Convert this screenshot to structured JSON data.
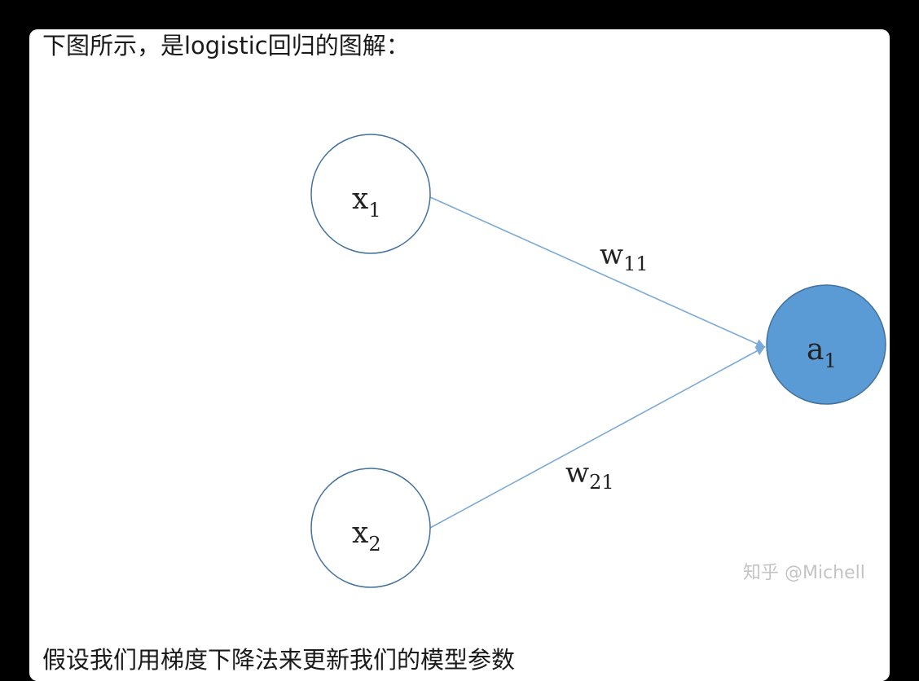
{
  "intro_text": "下图所示，是logistic回归的图解：",
  "diagram": {
    "nodes": [
      {
        "id": "x1",
        "base": "x",
        "sub": "1",
        "filled": false
      },
      {
        "id": "x2",
        "base": "x",
        "sub": "2",
        "filled": false
      },
      {
        "id": "a1",
        "base": "a",
        "sub": "1",
        "filled": true
      }
    ],
    "edges": [
      {
        "from": "x1",
        "to": "a1",
        "base": "w",
        "sub": "11"
      },
      {
        "from": "x2",
        "to": "a1",
        "base": "w",
        "sub": "21"
      }
    ],
    "colors": {
      "output_fill": "#5b9bd5",
      "output_stroke": "#41719c",
      "input_stroke": "#41719c",
      "edge": "#7aaad6"
    }
  },
  "watermark": "知乎 @Michell",
  "next_text": "假设我们用梯度下降法来更新我们的模型参数"
}
